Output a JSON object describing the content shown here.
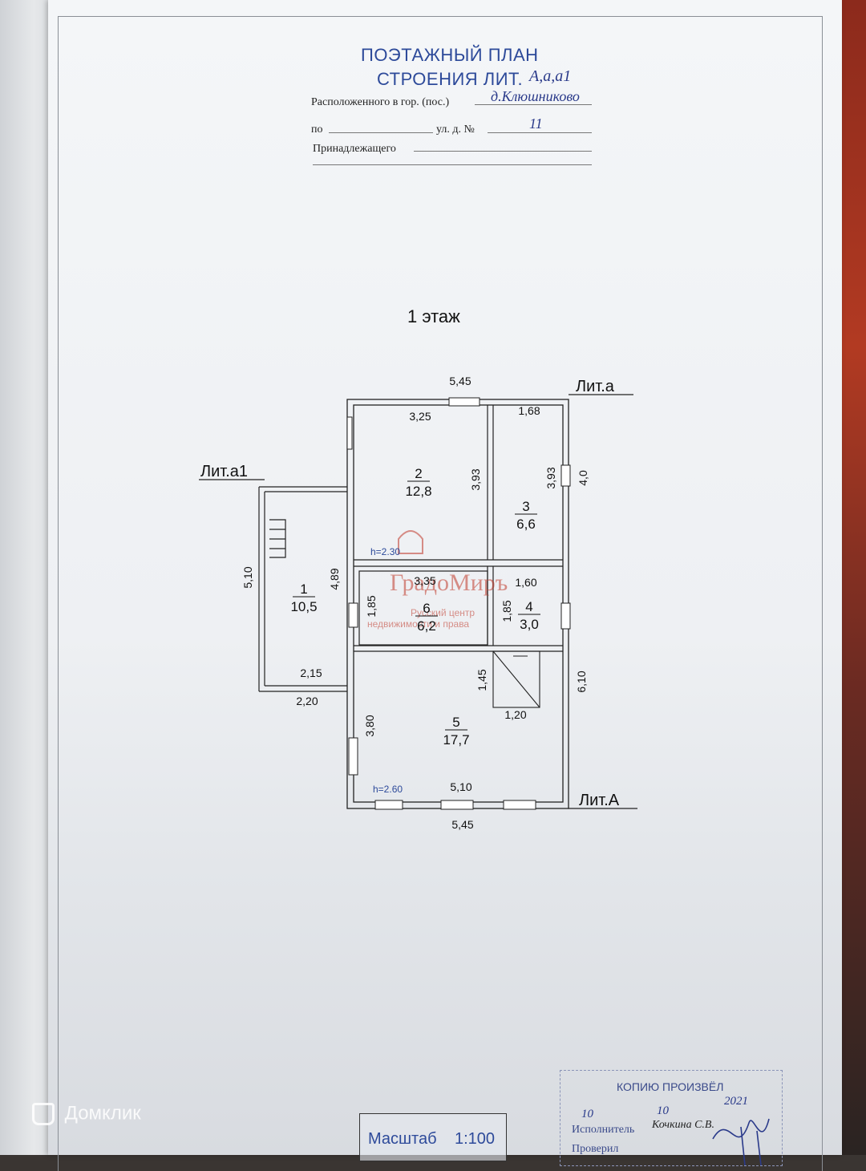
{
  "header": {
    "title_line1": "ПОЭТАЖНЫЙ ПЛАН",
    "title_line2": "СТРОЕНИЯ ЛИТ.",
    "lit_value": "А,а,а1",
    "located_label": "Расположенного в гор. (пос.)",
    "located_value": "д.Клюшниково",
    "street_label": "по",
    "house_label": "ул. д. №",
    "house_value": "11",
    "owner_label": "Принадлежащего"
  },
  "floor_title": "1 этаж",
  "plan": {
    "lit_a_upper": "Лит.а",
    "lit_a1": "Лит.а1",
    "lit_A": "Лит.А",
    "dims": {
      "top_total": "5,45",
      "bottom_total": "5,45",
      "r2_width": "3,25",
      "r3_width": "1,68",
      "r2_height": "3,93",
      "r3_height": "3,93",
      "right_upper": "4,0",
      "left_a1_height": "5,10",
      "a1_inner_height": "4,89",
      "a1_inner_width": "2,15",
      "a1_outer_width": "2,20",
      "r6_width": "3,35",
      "r4_width": "1,60",
      "r6_height": "1,85",
      "r4_height": "1,85",
      "right_lower": "6,10",
      "stair_height": "1,45",
      "stair_width": "1,20",
      "r5_height": "3,80",
      "r5_width": "5,10"
    },
    "heights": {
      "upper": "h=2.30",
      "lower": "h=2.60"
    },
    "rooms": [
      {
        "number": "1",
        "area": "10,5"
      },
      {
        "number": "2",
        "area": "12,8"
      },
      {
        "number": "3",
        "area": "6,6"
      },
      {
        "number": "4",
        "area": "3,0"
      },
      {
        "number": "5",
        "area": "17,7"
      },
      {
        "number": "6",
        "area": "6,2"
      }
    ],
    "watermark": {
      "brand": "ГрадоМиръ",
      "line1": "Русский центр",
      "line2": "недвижимости и права"
    }
  },
  "stamp": {
    "title": "КОПИЮ ПРОИЗВЁЛ",
    "day": "10",
    "month": "10",
    "year": "2021",
    "executor_label": "Исполнитель",
    "executor_name": "Кочкина С.В.",
    "checked_label": "Проверил"
  },
  "scale": {
    "label": "Масштаб",
    "value": "1:100"
  },
  "site_watermark": "Домклик",
  "colors": {
    "title_blue": "#2d4a9a",
    "handwriting_blue": "#2a3a8a",
    "watermark_red": "#c0392b"
  }
}
